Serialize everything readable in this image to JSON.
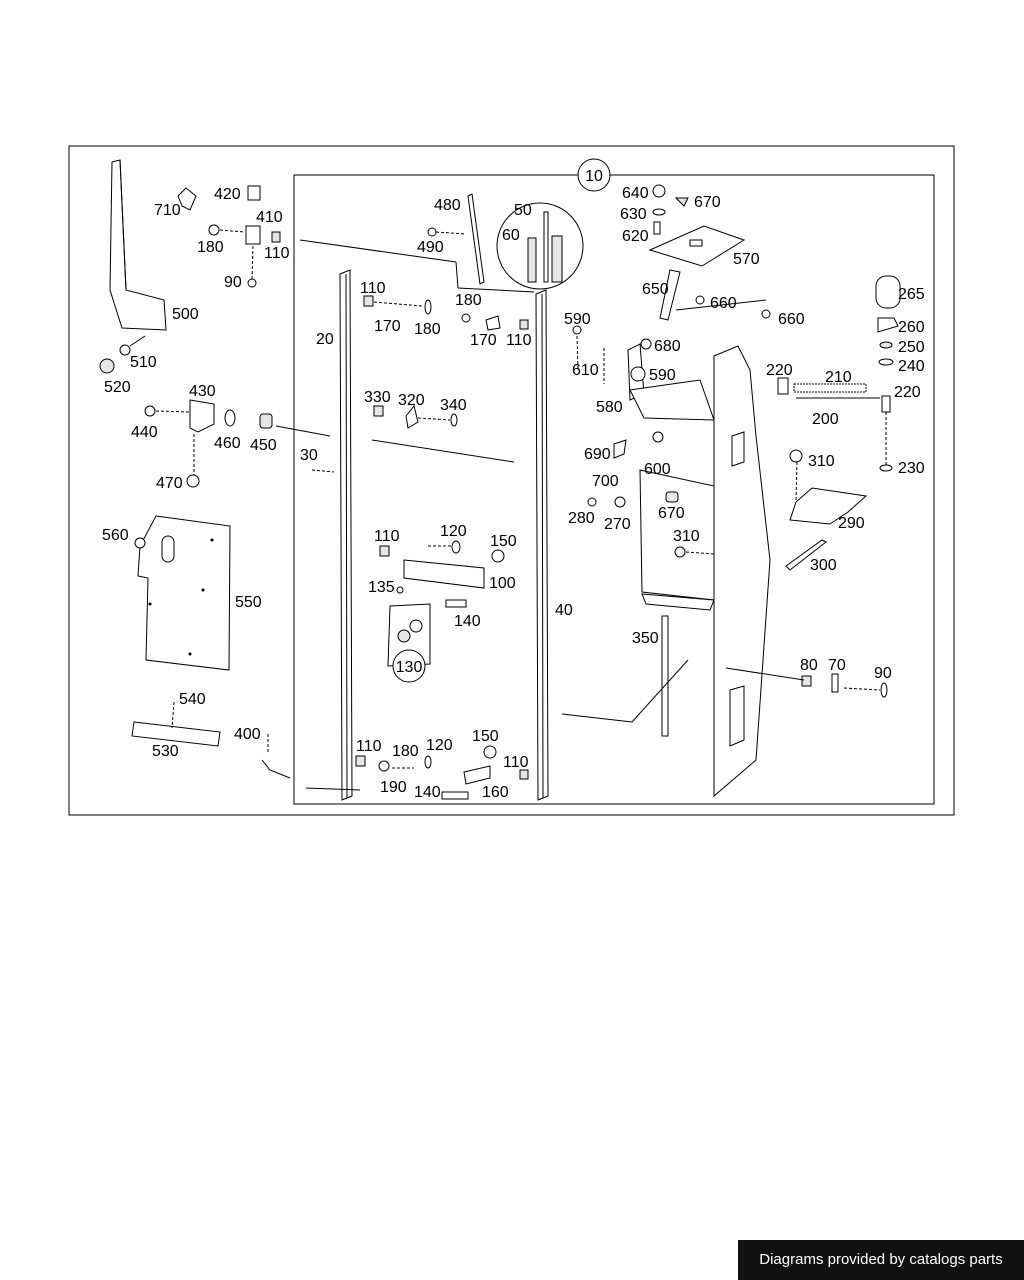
{
  "callouts": {
    "c10": "10",
    "c20": "20",
    "c30": "30",
    "c40": "40",
    "c50": "50",
    "c60": "60",
    "c70": "70",
    "c80": "80",
    "c90a": "90",
    "c90b": "90",
    "c100": "100",
    "c110a": "110",
    "c110b": "110",
    "c110c": "110",
    "c110d": "110",
    "c110e": "110",
    "c110f": "110",
    "c120a": "120",
    "c120b": "120",
    "c130": "130",
    "c135": "135",
    "c140a": "140",
    "c140b": "140",
    "c150a": "150",
    "c150b": "150",
    "c160": "160",
    "c170a": "170",
    "c170b": "170",
    "c180a": "180",
    "c180b": "180",
    "c180c": "180",
    "c180d": "180",
    "c190": "190",
    "c200": "200",
    "c210": "210",
    "c220a": "220",
    "c220b": "220",
    "c230": "230",
    "c240": "240",
    "c250": "250",
    "c260": "260",
    "c265": "265",
    "c270": "270",
    "c280": "280",
    "c290": "290",
    "c300": "300",
    "c310a": "310",
    "c310b": "310",
    "c320": "320",
    "c330": "330",
    "c340": "340",
    "c350": "350",
    "c400": "400",
    "c410": "410",
    "c420": "420",
    "c430": "430",
    "c440": "440",
    "c450": "450",
    "c460": "460",
    "c470": "470",
    "c480": "480",
    "c490": "490",
    "c500": "500",
    "c510": "510",
    "c520": "520",
    "c530": "530",
    "c540": "540",
    "c550": "550",
    "c560": "560",
    "c570": "570",
    "c580": "580",
    "c590a": "590",
    "c590b": "590",
    "c600": "600",
    "c610": "610",
    "c620": "620",
    "c630": "630",
    "c640": "640",
    "c650": "650",
    "c660a": "660",
    "c660b": "660",
    "c670a": "670",
    "c670b": "670",
    "c680": "680",
    "c690": "690",
    "c700": "700",
    "c710": "710"
  },
  "footer": {
    "text": "Diagrams provided by catalogs parts"
  },
  "colors": {
    "line": "#000000",
    "background": "#ffffff",
    "footer_bg": "#111111",
    "footer_text": "#ffffff"
  }
}
